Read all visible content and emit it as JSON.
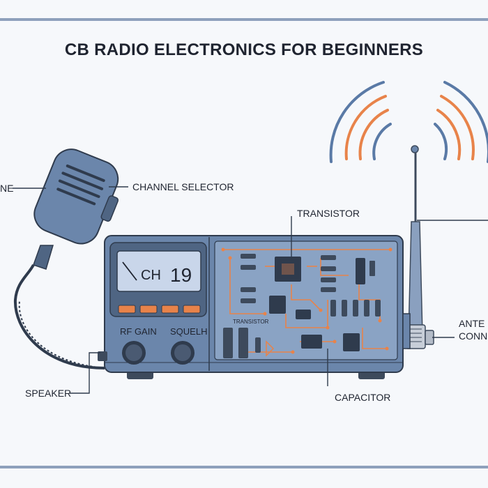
{
  "title": "CB RADIO ELECTRONICS FOR BEGINNERS",
  "labels": {
    "microphone": "NE",
    "channel_selector": "CHANNEL SELECTOR",
    "transistor": "TRANSISTOR",
    "antenna_connector_line1": "ANTE",
    "antenna_connector_line2": "CONN",
    "speaker": "SPEAKER",
    "capacitor": "CAPACITOR"
  },
  "display": {
    "channel_prefix": "CH",
    "channel_number": "19"
  },
  "knobs": {
    "rf_gain": "RF GAIN",
    "squelch": "SQUELH"
  },
  "pcb": {
    "silkscreen_label": "TRANSISTOR"
  },
  "colors": {
    "accent_orange": "#e8834a",
    "radio_blue": "#6b86ab",
    "pcb_blue": "#8aa3c4",
    "signal_blue": "#5a7aa6"
  }
}
